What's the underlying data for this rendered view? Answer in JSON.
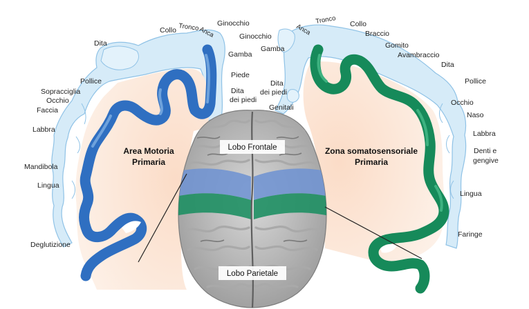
{
  "motor": {
    "title_line1": "Area Motoria",
    "title_line2": "Primaria",
    "labels": {
      "dita": "Dita",
      "collo": "Collo",
      "tronco": "Tronco",
      "anca": "Anca",
      "ginocchio": "Ginocchio",
      "gamba": "Gamba",
      "piede": "Piede",
      "dita_piedi_1": "Dita",
      "dita_piedi_2": "dei piedi",
      "pollice": "Pollice",
      "sopracciglia": "Sopracciglia",
      "occhio": "Occhio",
      "faccia": "Faccia",
      "labbra": "Labbra",
      "mandibola": "Mandibola",
      "lingua": "Lingua",
      "deglutizione": "Deglutizione"
    }
  },
  "somato": {
    "title_line1": "Zona somatosensoriale",
    "title_line2": "Primaria",
    "labels": {
      "ginocchio": "Ginocchio",
      "anca": "Anca",
      "tronco": "Tronco",
      "collo": "Collo",
      "braccio": "Braccio",
      "gomito": "Gomito",
      "avambraccio": "Avambraccio",
      "dita": "Dita",
      "pollice": "Pollice",
      "gamba": "Gamba",
      "dita_piedi_1": "Dita",
      "dita_piedi_2": "dei piedi",
      "genitali": "Genitali",
      "occhio": "Occhio",
      "naso": "Naso",
      "labbra": "Labbra",
      "denti_1": "Denti e",
      "denti_2": "gengive",
      "lingua": "Lingua",
      "faringe": "Faringe"
    }
  },
  "brain": {
    "frontal": "Lobo Frontale",
    "parietal": "Lobo Parietale"
  },
  "colors": {
    "motor_cortex": "#2f6fc1",
    "somato_cortex": "#168a5a",
    "homunculus": "#d6ebf8",
    "tissue": "#fbe3d2",
    "brain_grey": "#c8c8c8"
  }
}
